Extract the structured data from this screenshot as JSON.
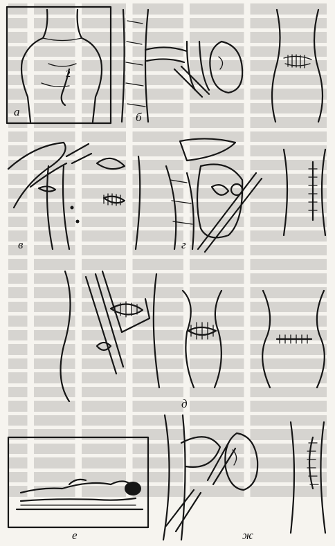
{
  "figure": {
    "panel_labels": {
      "a": "а",
      "b": "б",
      "v": "в",
      "g": "г",
      "d": "д",
      "e": "е",
      "zh": "ж"
    },
    "marker_number": "2"
  }
}
